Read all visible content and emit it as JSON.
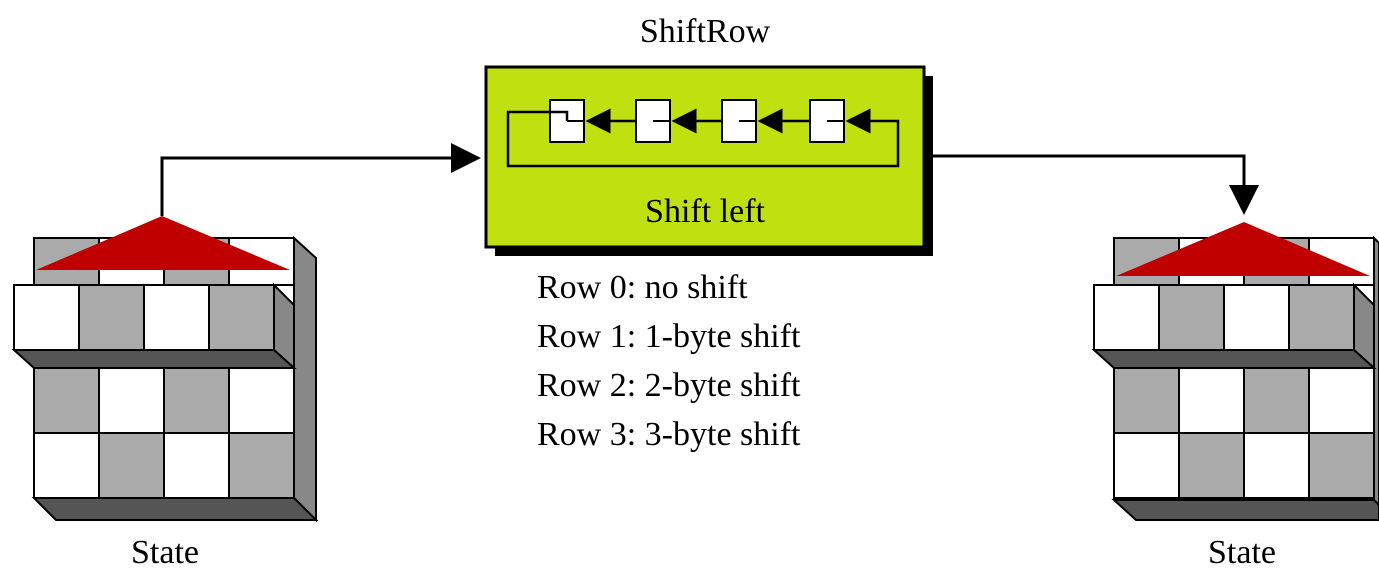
{
  "title": "ShiftRow",
  "box_label": "Shift left",
  "rules": [
    "Row 0: no shift",
    "Row 1: 1-byte shift",
    "Row 2: 2-byte shift",
    "Row 3: 3-byte shift"
  ],
  "left_state_label": "State",
  "right_state_label": "State",
  "colors": {
    "box_fill": "#c0e010",
    "cell_gray": "#aaaaaa",
    "cell_white": "#ffffff",
    "shadow": "#555555",
    "side": "#888888",
    "pointer": "#c00000"
  },
  "left_state_rows": [
    [
      "gray",
      "white",
      "gray",
      "white"
    ],
    [
      "white",
      "gray",
      "white",
      "gray"
    ],
    [
      "gray",
      "white",
      "gray",
      "white"
    ],
    [
      "white",
      "gray",
      "white",
      "gray"
    ]
  ],
  "right_state_rows": [
    [
      "gray",
      "white",
      "gray",
      "white"
    ],
    [
      "white",
      "gray",
      "white",
      "gray"
    ],
    [
      "gray",
      "white",
      "gray",
      "white"
    ],
    [
      "white",
      "gray",
      "white",
      "gray"
    ]
  ]
}
